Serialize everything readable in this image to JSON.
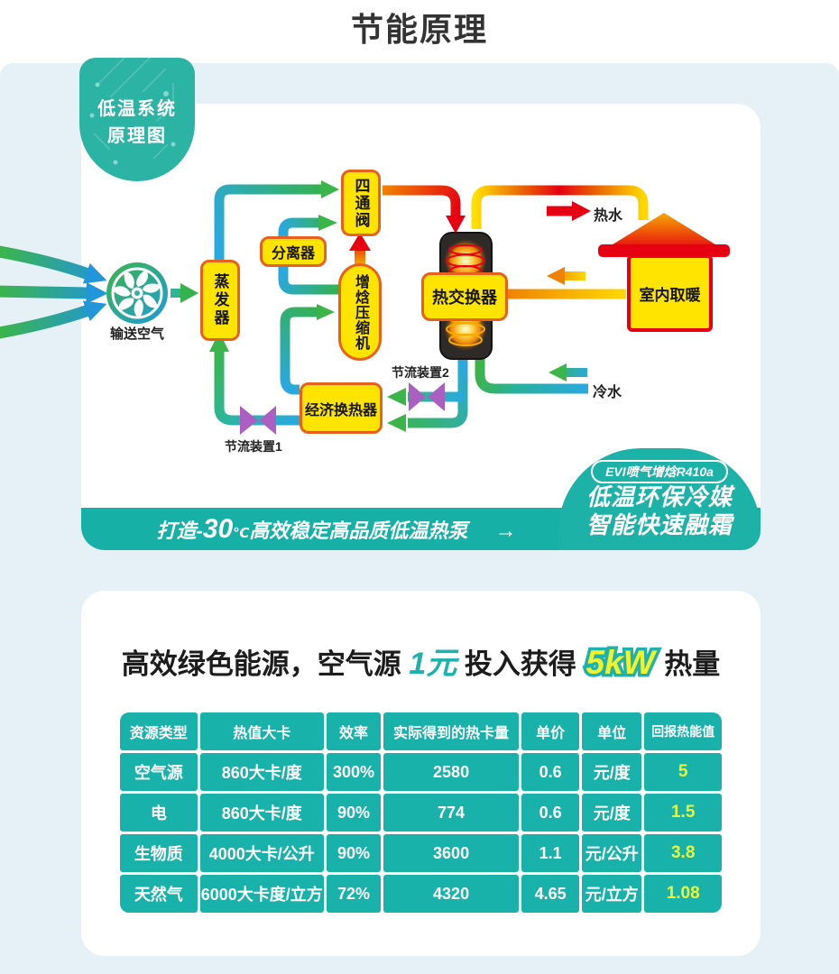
{
  "page": {
    "title": "节能原理"
  },
  "colors": {
    "teal": "#19b2aa",
    "light_blue_bg": "#e6f1f7",
    "node_yellow": "#ffe400",
    "node_border_orange": "#e8611c",
    "hot_red": "#e60012",
    "pipe_blue": "#2aa9e0",
    "pipe_green": "#3bb54a",
    "valve_purple": "#ab5fc0",
    "highlight_yellow": "#f3f22a"
  },
  "diagram": {
    "badge": {
      "line1": "低温系统",
      "line2": "原理图"
    },
    "labels": {
      "fan": "输送空气",
      "evaporator": "蒸发器",
      "separator": "分离器",
      "four_way_valve": "四通阀",
      "compressor": "增焓压缩机",
      "economizer": "经济换热器",
      "heat_exchanger": "热交换器",
      "house": "室内取暖",
      "hot_water": "热水",
      "cold_water": "冷水",
      "throttle_1": "节流装置1",
      "throttle_2": "节流装置2"
    },
    "banner": {
      "prefix": "打造-",
      "temp": "30",
      "degree": "℃",
      "suffix": "高效稳定高品质低温热泵",
      "arrow": "→"
    },
    "dome": {
      "pill": "EVI喷气增焓R410a",
      "line1": "低温环保冷媒",
      "line2": "智能快速融霜"
    }
  },
  "energy": {
    "title": {
      "part1": "高效绿色能源，空气源",
      "highlight1": "1元",
      "part2": "投入获得",
      "highlight2": "5kW",
      "part3": "热量"
    },
    "table": {
      "headers": [
        "资源类型",
        "热值大卡",
        "效率",
        "实际得到的热卡量",
        "单价",
        "单位",
        "回报热能值"
      ],
      "rows": [
        [
          "空气源",
          "860大卡/度",
          "300%",
          "2580",
          "0.6",
          "元/度",
          "5"
        ],
        [
          "电",
          "860大卡/度",
          "90%",
          "774",
          "0.6",
          "元/度",
          "1.5"
        ],
        [
          "生物质",
          "4000大卡/公升",
          "90%",
          "3600",
          "1.1",
          "元/公升",
          "3.8"
        ],
        [
          "天然气",
          "6000大卡度/立方",
          "72%",
          "4320",
          "4.65",
          "元/立方",
          "1.08"
        ]
      ]
    }
  }
}
